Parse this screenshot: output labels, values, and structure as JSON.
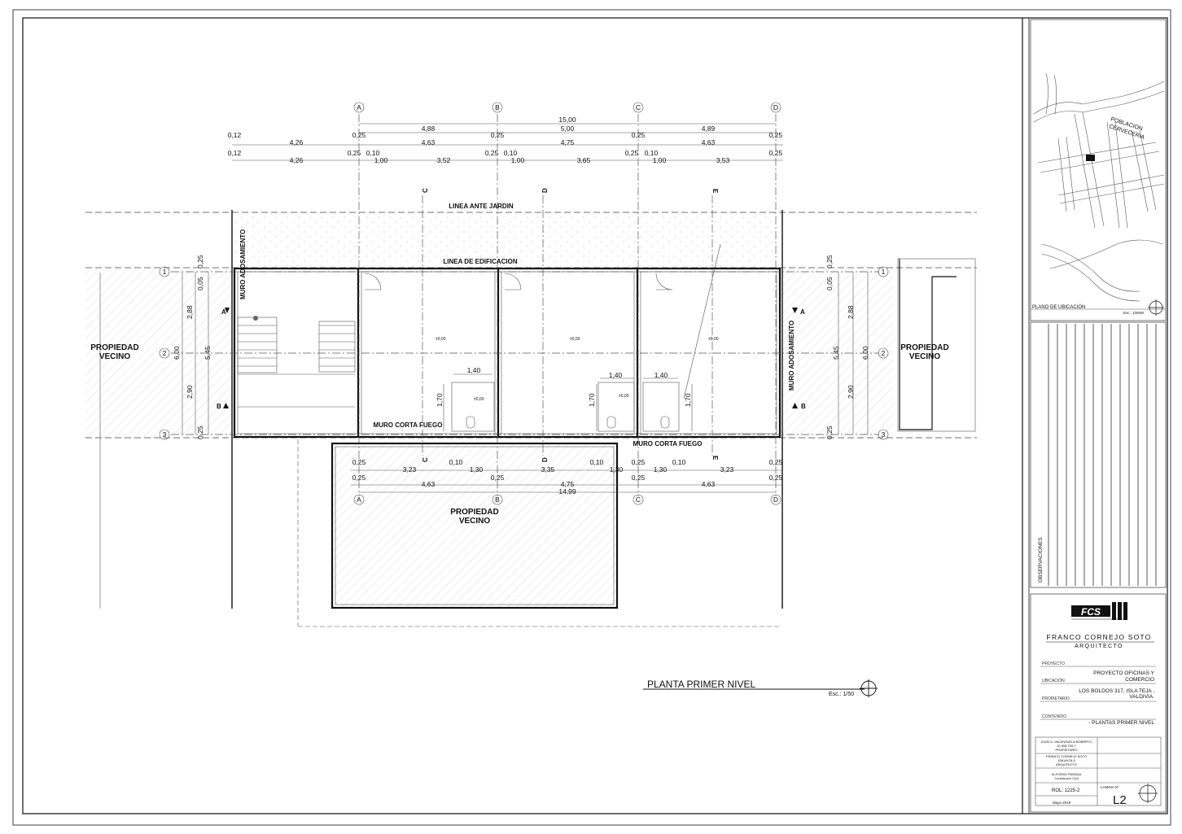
{
  "sheet": {
    "drawing_title": "PLANTA PRIMER NIVEL",
    "drawing_scale": "Esc.: 1/50"
  },
  "plan": {
    "axes_letters": [
      "A",
      "B",
      "C",
      "D"
    ],
    "axes_numbers": [
      "1",
      "2",
      "3"
    ],
    "top_dims": {
      "overall": "15,00",
      "row1": [
        "4,88",
        "5,00",
        "4,89"
      ],
      "row2": [
        "0,12",
        "0,25",
        "0,25",
        "0,25",
        "0,25"
      ],
      "row3": [
        "4,26",
        "4,63",
        "4,75",
        "4,63"
      ],
      "row4a": [
        "0,12",
        "0,25",
        "0,10",
        "0,25",
        "0,10",
        "0,25",
        "0,10",
        "0,25"
      ],
      "row4b": [
        "4,26",
        "1,00",
        "3,52",
        "1,00",
        "3,65",
        "1,00",
        "3,53"
      ]
    },
    "bottom_dims": {
      "row1a": [
        "0,25",
        "0,10",
        "0,10",
        "0,25",
        "0,10",
        "0,25"
      ],
      "row1b": [
        "3,23",
        "1,30",
        "3,35",
        "1,30",
        "1,30",
        "3,23"
      ],
      "row2a": [
        "0,25",
        "0,25",
        "0,25",
        "0,25"
      ],
      "row2b": [
        "4,63",
        "4,75",
        "4,63"
      ],
      "overall": "14,99"
    },
    "side_dims": {
      "small_top": "0,25",
      "small_mid": "0,05",
      "upper": "2,88",
      "lower": "2,90",
      "total_inner": "5,45",
      "total": "6,00",
      "small_bottom": "0,25"
    },
    "interior_dims": {
      "width_140": "1,40",
      "height_170": "1,70"
    },
    "level_marks": [
      "±0,00",
      "±0,00",
      "±0,00"
    ],
    "labels": {
      "linea_ante_jardin": "LINEA ANTE JARDIN",
      "linea_edificacion": "LINEA DE EDIFICACION",
      "muro_adosamiento": "MURO ADOSAMIENTO",
      "muro_corta_fuego": "MURO CORTA FUEGO",
      "propiedad_vecino_1": "PROPIEDAD",
      "propiedad_vecino_2": "VECINO"
    },
    "section_marks": [
      "A",
      "B",
      "C",
      "D",
      "E"
    ]
  },
  "title_block": {
    "location_plan_label": "PLANO DE UBICACIÓN",
    "location_plan_scale": "Esc.: 1/5000",
    "map_label_1": "POBLACION",
    "map_label_2": "CERVECERIA",
    "observations_label": "OBSERVACIONES",
    "logo_text": "FCS",
    "architect_name": "FRANCO CORNEJO SOTO",
    "architect_title": "ARQUITECTO",
    "field_proyecto": "PROYECTO",
    "value_proyecto_1": "PROYECTO OFICINAS Y",
    "value_proyecto_2": "COMERCIO",
    "field_ubicacion": "UBICACIÓN",
    "value_ubicacion_1": "LOS BOLDOS 317, ISLA TEJA ,",
    "value_ubicacion_2": "VALDIVIA.",
    "field_propietario": "PROPIETARIO",
    "field_contenido": "CONTENIDO",
    "value_contenido": "- PLANTAS PRIMER NIVEL",
    "sig_1_name": "JUAN G. VALENZUELA BOBRRYC",
    "sig_1_rut": "10.308.700-7",
    "sig_1_role": "PROPIETARIO",
    "sig_2_name": "FRANCO CORNEJO SOTO",
    "sig_2_rut": "15814478-5",
    "sig_2_role": "ARQUITECTO",
    "sig_3_name": "ALFONSO PARADA",
    "sig_3_role": "Constructor Civil",
    "rol": "ROL: 1225-2",
    "date": "Mayo 2019",
    "lamina_label": "LAMINA N°",
    "lamina_value": "L2"
  }
}
